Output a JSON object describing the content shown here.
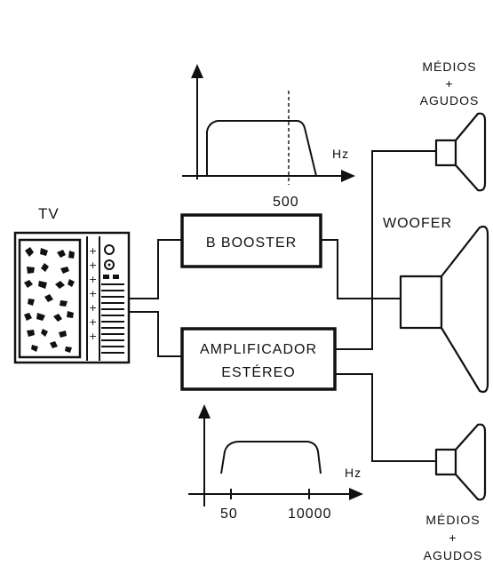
{
  "diagram": {
    "tv_label": "TV",
    "booster_label": "B BOOSTER",
    "amplifier_label_line1": "AMPLIFICADOR",
    "amplifier_label_line2": "ESTÉREO",
    "woofer_label": "WOOFER",
    "top_speaker": {
      "line1": "MÉDIOS",
      "line2": "+",
      "line3": "AGUDOS"
    },
    "bottom_speaker": {
      "line1": "MÉDIOS",
      "line2": "+",
      "line3": "AGUDOS"
    },
    "booster_response": {
      "axis_unit": "Hz",
      "marker": "500"
    },
    "amplifier_response": {
      "axis_unit": "Hz",
      "marker_low": "50",
      "marker_high": "10000"
    }
  }
}
